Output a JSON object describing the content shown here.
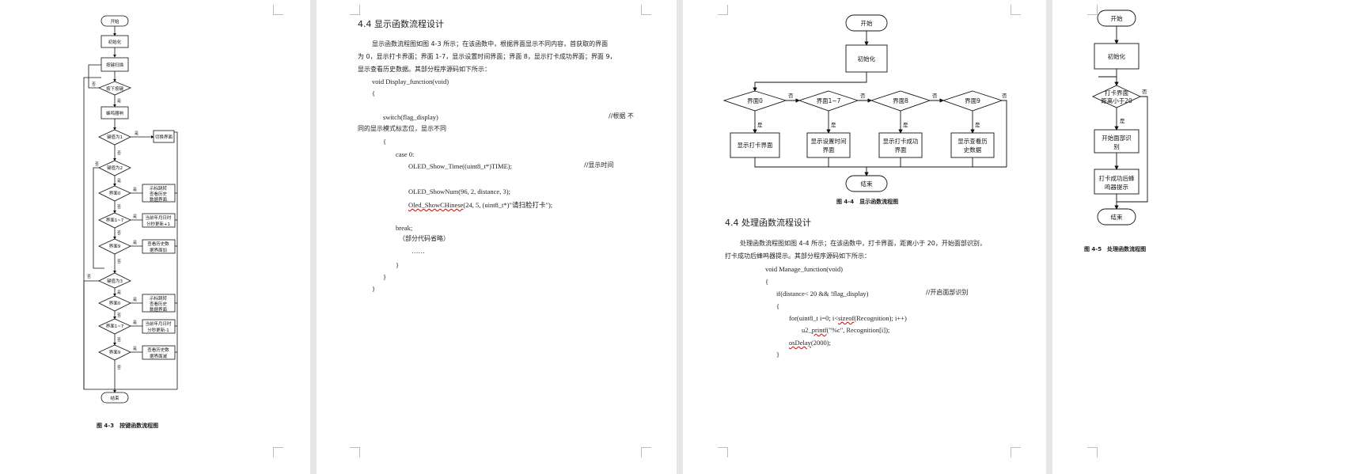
{
  "page1": {
    "fc": {
      "start": "开始",
      "init": "初始化",
      "scan": "按键扫描",
      "q_press": "按下按键",
      "yes": "是",
      "no": "否",
      "beep": "蜂鸣器响",
      "q_key1": "键值为1",
      "switch_ui": "切换界面",
      "q_key2": "键值为2",
      "ui0": "界面0",
      "ui17": "界面1~7",
      "ui9": "界面9",
      "act_next_1": "示标跳转",
      "act_next_2": "查看历史",
      "act_next_3": "数据界面",
      "act_time_1": "当前年月日时",
      "act_time_2": "分秒更新+1",
      "act_hist_add_1": "查看历史数",
      "act_hist_add_2": "据界面加",
      "q_key3": "键值为3",
      "act_time_sub_2": "分秒更新-1",
      "act_hist_sub_2": "据界面减",
      "end": "结束"
    },
    "caption": "图 4-3　按键函数流程图"
  },
  "page2": {
    "heading": "4.4  显示函数流程设计",
    "para_lines": [
      "显示函数流程图如图 4-3 所示；在该函数中，根据界面显示不同内容，首获取的界面",
      "为 0，显示打卡界面；界面 1-7，显示设置时间界面；界面 8，显示打卡成功界面；界面 9，",
      "显示查看历史数据。其部分程序源码如下所示："
    ],
    "code": {
      "func": "void Display_function(void)",
      "open": "{",
      "switch": "switch(flag_display)",
      "switch_comment": "//根据 不",
      "wrap": "同的显示模式标志位，显示不同",
      "brace2": "{",
      "case0": "case 0:",
      "l1": "OLED_Show_Time((uint8_t*)TIME);",
      "l1_comment": "//显示时间",
      "l2": "OLED_ShowNum(96, 2, distance, 3);",
      "l3_a": "Oled_ShowCHinese",
      "l3_b": "(24, 5, (uint8_t*)\"请扫脸打卡\");",
      "brk": "break;",
      "omit": "（部分代码省略）",
      "dots": "……",
      "close1": "}",
      "close2": "}",
      "close3": "}"
    }
  },
  "page3": {
    "fc": {
      "start": "开始",
      "init": "初始化",
      "d0": "界面0",
      "d17": "界面1~7",
      "d8": "界面8",
      "d9": "界面9",
      "no": "否",
      "yes": "是",
      "b0": "显示打卡界面",
      "b17_1": "显示设置时间",
      "b17_2": "界面",
      "b8_1": "显示打卡成功",
      "b8_2": "界面",
      "b9_1": "显示查看历",
      "b9_2": "史数据",
      "end": "结束"
    },
    "caption": "图 4-4　显示函数流程图",
    "heading": "4.4  处理函数流程设计",
    "para_lines": [
      "处理函数流程图如图 4-4 所示；在该函数中，打卡界面，距离小于 20，开始面部识别，",
      "打卡成功后蜂鸣器提示。其部分程序源码如下所示："
    ],
    "code": {
      "func": "void Manage_function(void)",
      "open": "{",
      "if": "if(distance< 20 && !flag_display)",
      "if_comment": "//开启面部识别",
      "brace": "{",
      "for_a": "for(uint8_t i=0; i<",
      "for_b": "sizeof",
      "for_c": "(Recognition); i++)",
      "printf_a": "u2_",
      "printf_b": "printf",
      "printf_c": "(\"%c\", Recognition[i]);",
      "delay_a": "osDelay",
      "delay_b": "(2000);",
      "close": "}"
    }
  },
  "page4": {
    "fc": {
      "start": "开始",
      "init": "初始化",
      "q1": "打卡界面",
      "q2": "距离小于20",
      "no": "否",
      "yes": "是",
      "b1_1": "开始面部识",
      "b1_2": "别",
      "b2_1": "打卡成功后蜂",
      "b2_2": "鸣器提示",
      "end": "结束"
    },
    "caption": "图 4-5　处理函数流程图"
  }
}
